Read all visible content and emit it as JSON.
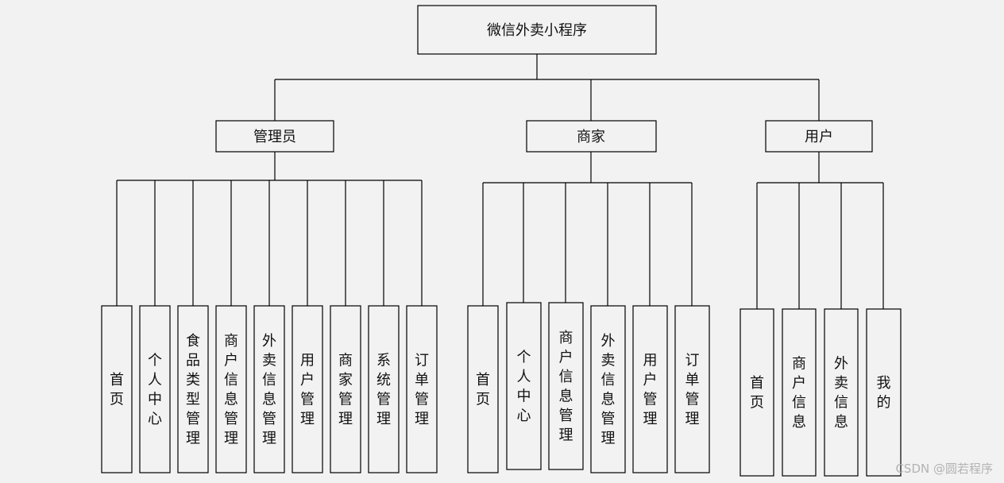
{
  "root": {
    "label": "微信外卖小程序"
  },
  "branches": [
    {
      "label": "管理员",
      "children": [
        "首页",
        "个人中心",
        "食品类型管理",
        "商户信息管理",
        "外卖信息管理",
        "用户管理",
        "商家管理",
        "系统管理",
        "订单管理"
      ]
    },
    {
      "label": "商家",
      "children": [
        "首页",
        "个人中心",
        "商户信息管理",
        "外卖信息管理",
        "用户管理",
        "订单管理"
      ]
    },
    {
      "label": "用户",
      "children": [
        "首页",
        "商户信息",
        "外卖信息",
        "我的"
      ]
    }
  ],
  "watermark": "CSDN @圆若程序"
}
